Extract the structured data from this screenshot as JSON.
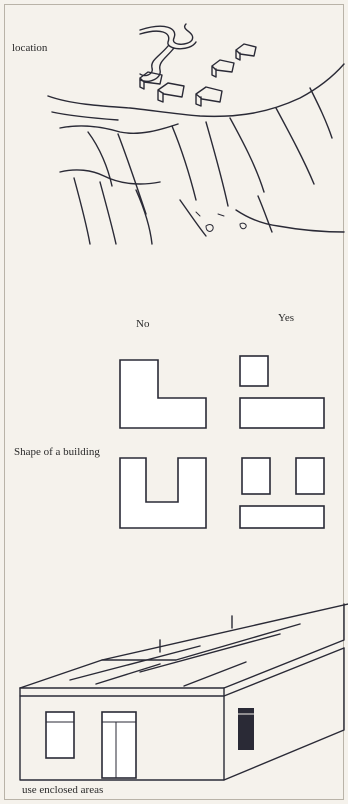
{
  "figure": {
    "sections": [
      {
        "id": "location",
        "caption": "location"
      },
      {
        "id": "shape",
        "caption": "Shape of a building",
        "column_no": "No",
        "column_yes": "Yes"
      },
      {
        "id": "enclosed",
        "caption": "use enclosed areas"
      }
    ]
  },
  "colors": {
    "ink": "#2a2a36",
    "paper": "#f5f2ec",
    "border": "#b9b3a8"
  }
}
